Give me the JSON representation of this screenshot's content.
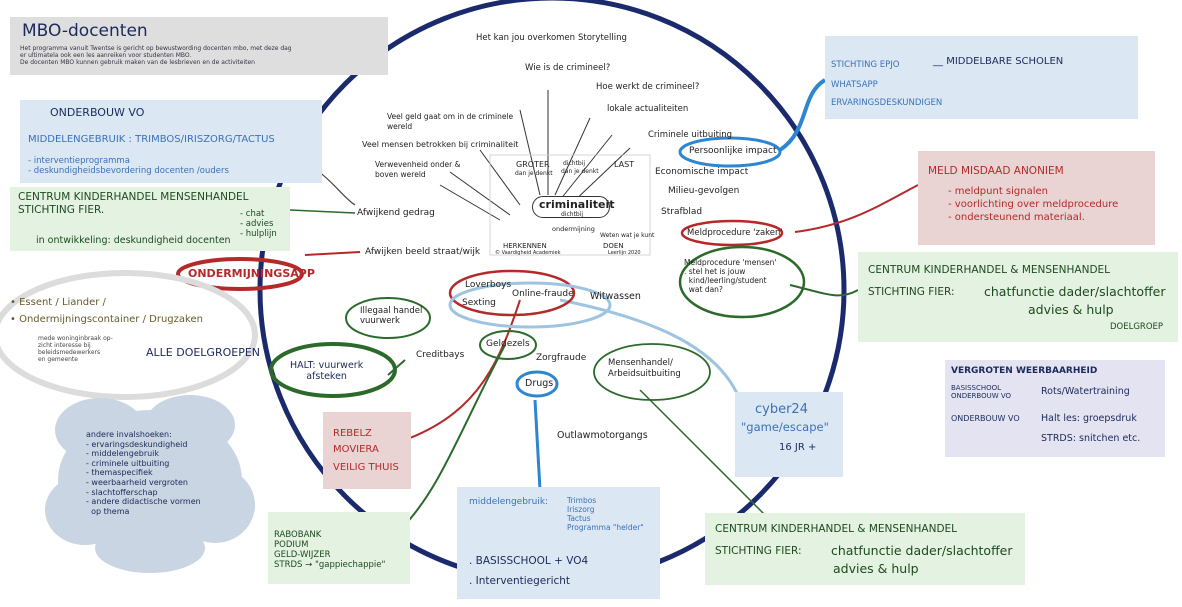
{
  "colors": {
    "circle": "#1a2a6c",
    "blue_box": "#dbe7f2",
    "green_box": "#e4f2e2",
    "red_box": "#e9d3d3",
    "gray_box": "#dedede",
    "purple_box": "#e3e3f1",
    "cloud": "#c9d5e3",
    "red_line": "#b42a2a",
    "green_line": "#2c6a2c",
    "blue_line": "#2d86cf"
  },
  "mbo": {
    "title": "MBO-docenten",
    "desc": "Het programma vanuit Twentse is gericht op bewustwording docenten mbo, met deze dag\ner ultimatela ook een les aanreiken voor studenten MBO.\nDe docenten MBO kunnen gebruik maken van de lesbrieven en de activiteiten"
  },
  "onderbouw": {
    "title": "ONDERBOUW VO",
    "line1": "MIDDELENGEBRUIK : TRIMBOS/IRISZORG/TACTUS",
    "line2": "- interventieprogramma\n- deskundigheidsbevordering docenten /ouders"
  },
  "ckm_top": {
    "title1": "CENTRUM KINDERHANDEL MENSENHANDEL",
    "title2": "STICHTING FIER.",
    "list": "- chat\n- advies\n- hulplijn",
    "dev": "in ontwikkeling: deskundigheid docenten"
  },
  "gray_circle": {
    "line1": "• Essent / Liander /",
    "line2": "• Ondermijningscontainer / Drugzaken",
    "small": "mede woninginbraak op-\nzicht interesse bij\nbeleidsmedewerkers\nen gemeente",
    "all": "ALLE DOELGROEPEN"
  },
  "cloud": {
    "text": "andere invalshoeken:\n- ervaringsdeskundigheid\n- middelengebruik\n- criminele uitbuiting\n- themaspecifiek\n- weerbaarheid vergroten\n- slachtofferschap\n- andere didactische vormen\n  op thema"
  },
  "rebelz": {
    "l1": "REBELZ",
    "l2": "MOVIERA",
    "l3": "VEILIG THUIS"
  },
  "rabo": {
    "text": "RABOBANK\nPODIUM\nGELD-WIJZER\nSTRDS → \"gappiechappie\""
  },
  "bottom_blue": {
    "title": "middelengebruik:",
    "items": "Trimbos\nIriszorg\nTactus\nProgramma \"helder\"",
    "l1": ". BASISSCHOOL + VO4",
    "l2": ". Interventiegericht"
  },
  "epjo": {
    "l1": "STICHTING EPJO",
    "l2": "WHATSAPP",
    "l3": "ERVARINGSDESKUNDIGEN",
    "target": "MIDDELBARE SCHOLEN"
  },
  "meld": {
    "title": "MELD MISDAAD ANONIEM",
    "items": "- meldpunt signalen\n- voorlichting over meldprocedure\n- ondersteunend materiaal."
  },
  "ckm_right": {
    "title": "CENTRUM KINDERHANDEL & MENSENHANDEL",
    "l2": "STICHTING FIER:",
    "l3": "chatfunctie dader/slachtoffer",
    "l4": "advies & hulp",
    "doel": "DOELGROEP"
  },
  "weerbaar": {
    "title": "VERGROTEN WEERBAARHEID",
    "l1a": "BASISSCHOOL\nONDERBOUW VO",
    "l1b": "Rots/Watertraining",
    "l2a": "ONDERBOUW VO",
    "l2b": "Halt les: groepsdruk",
    "l3": "STRDS: snitchen etc."
  },
  "ckm_bottom": {
    "title": "CENTRUM KINDERHANDEL & MENSENHANDEL",
    "l2": "STICHTING FIER:",
    "l3": "chatfunctie dader/slachtoffer",
    "l4": "advies & hulp"
  },
  "cyber": {
    "l1": "cyber24",
    "l2": "\"game/escape\"",
    "l3": "16 JR +"
  },
  "circle": {
    "top": [
      "Het kan jou overkomen",
      "Storytelling",
      "Wie is de crimineel?",
      "Hoe werkt de crimineel?",
      "lokale actualiteiten",
      "Veel geld gaat om in de criminele wereld",
      "Veel mensen betrokken bij criminaliteit",
      "Verwevenheid onder & boven wereld",
      "Criminele uitbuiting"
    ],
    "center": "criminaliteit",
    "center_sub": "dichtbij",
    "groter": "GROTER",
    "groter_sub": "dan je denkt",
    "dichtbij": "dichtbij",
    "dichtbij_sub": "dan je denkt",
    "last": "LAST",
    "ondermijning": "ondermijning",
    "herkennen": "HERKENNEN",
    "doen": "DOEN",
    "doen_sub": "Weten wat je kunt",
    "footer_left": "© Vaardigheid Academiek",
    "footer_right": "Leerlijn 2020",
    "right": [
      "Persoonlijke impact",
      "Economische impact",
      "Milieu-gevolgen",
      "Strafblad",
      "Meldprocedure 'zaken'",
      "Meldprocedure 'mensen'\n. stel het is jouw\n  kind/leerling/student\n  wat dan?"
    ],
    "left": [
      "Afwijkend gedrag",
      "Afwijken beeld straat/wijk"
    ],
    "ondermijningsapp": "ONDERMIJNINGSAPP",
    "lower": [
      "Loverboys",
      "Online-fraude",
      "Sexting",
      "Witwassen",
      "Illegaal handel\nvuurwerk",
      "Geldezels",
      "Creditbays",
      "Zorgfraude",
      "Drugs",
      "Mensenhandel/\nArbeidsuitbuiting",
      "Outlawmotorgangs"
    ],
    "halt": "HALT: vuurwerk\nafsteken"
  }
}
